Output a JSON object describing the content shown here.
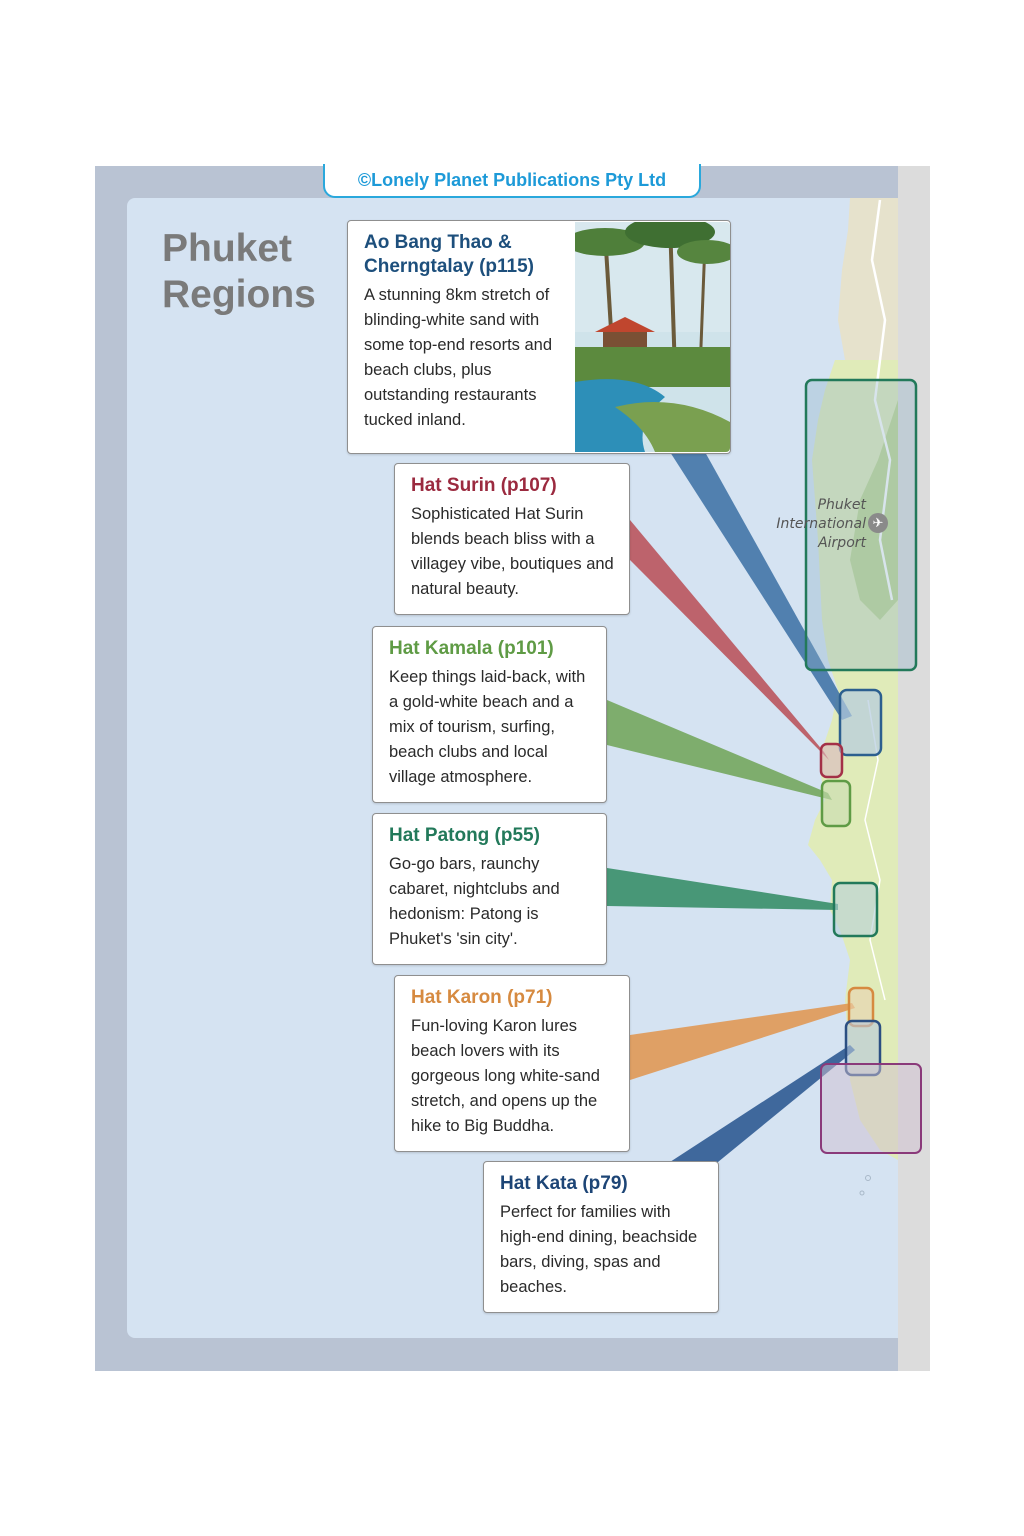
{
  "credit": "©Lonely Planet Publications Pty Ltd",
  "title_line1": "Phuket",
  "title_line2": "Regions",
  "airport_label": "Phuket International Airport",
  "colors": {
    "ao_bang_thao": "#2c5f8f",
    "surin": "#a33047",
    "kamala": "#5f9b45",
    "patong": "#22795a",
    "karon": "#d68a40",
    "kata": "#2b4f82",
    "sea": "#d5e3f2",
    "land": "#e0ebb9"
  },
  "regions": [
    {
      "name": "Ao Bang Thao & Cherngtalay (p115)",
      "desc": "A stunning 8km stretch of blinding-white sand with some top-end resorts and beach clubs, plus outstanding restaurants tucked inland.",
      "photo_icon": "resort-pool-photo"
    },
    {
      "name": "Hat Surin (p107)",
      "desc": "Sophisticated Hat Surin blends beach bliss with a villagey vibe, boutiques and natural beauty."
    },
    {
      "name": "Hat Kamala (p101)",
      "desc": "Keep things laid-back, with a gold-white beach and a mix of tourism, surfing, beach clubs and local village atmosphere."
    },
    {
      "name": "Hat Patong (p55)",
      "desc": "Go-go bars, raunchy cabaret, nightclubs and hedonism: Patong is Phuket's 'sin city'."
    },
    {
      "name": "Hat Karon (p71)",
      "desc": "Fun-loving Karon lures beach lovers with its gorgeous long white-sand stretch, and opens up the hike to Big Buddha."
    },
    {
      "name": "Hat Kata (p79)",
      "desc": "Perfect for families with high-end dining, beachside bars, diving, spas and beaches."
    }
  ]
}
